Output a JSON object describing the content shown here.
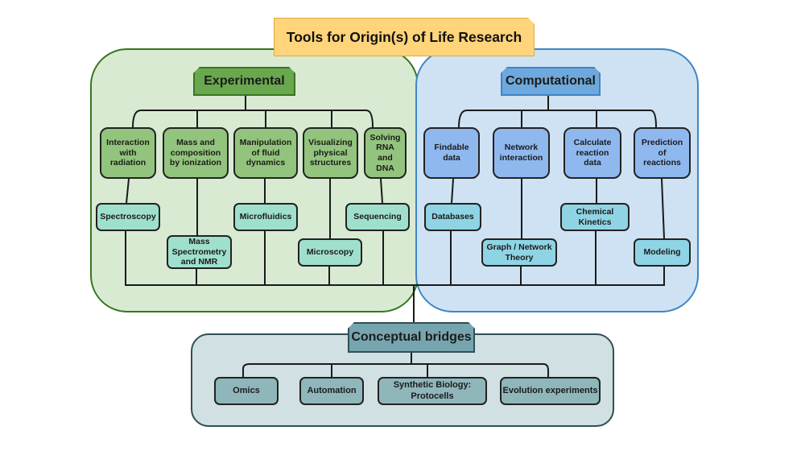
{
  "title": "Tools for Origin(s) of Life Research",
  "experimental": {
    "header": "Experimental",
    "categories": [
      "Interaction\nwith\nradiation",
      "Mass and\ncomposition\nby ionization",
      "Manipulation\nof fluid\ndynamics",
      "Visualizing\nphysical\nstructures",
      "Solving\nRNA\nand\nDNA"
    ],
    "techniques": [
      "Spectroscopy",
      "Mass\nSpectrometry\nand NMR",
      "Microfluidics",
      "Microscopy",
      "Sequencing"
    ]
  },
  "computational": {
    "header": "Computational",
    "categories": [
      "Findable\ndata",
      "Network\ninteraction",
      "Calculate\nreaction\ndata",
      "Prediction\nof\nreactions"
    ],
    "techniques": [
      "Databases",
      "Graph / Network\nTheory",
      "Chemical\nKinetics",
      "Modeling"
    ]
  },
  "bridges": {
    "header": "Conceptual bridges",
    "items": [
      "Omics",
      "Automation",
      "Synthetic Biology:\nProtocells",
      "Evolution experiments"
    ]
  },
  "colors": {
    "experimental_panel": "#d9ead3",
    "experimental_border": "#38761d",
    "computational_panel": "#cfe2f3",
    "computational_border": "#3d85c6",
    "bridges_panel": "#d0e0e3",
    "title_fill": "#ffd47a"
  }
}
